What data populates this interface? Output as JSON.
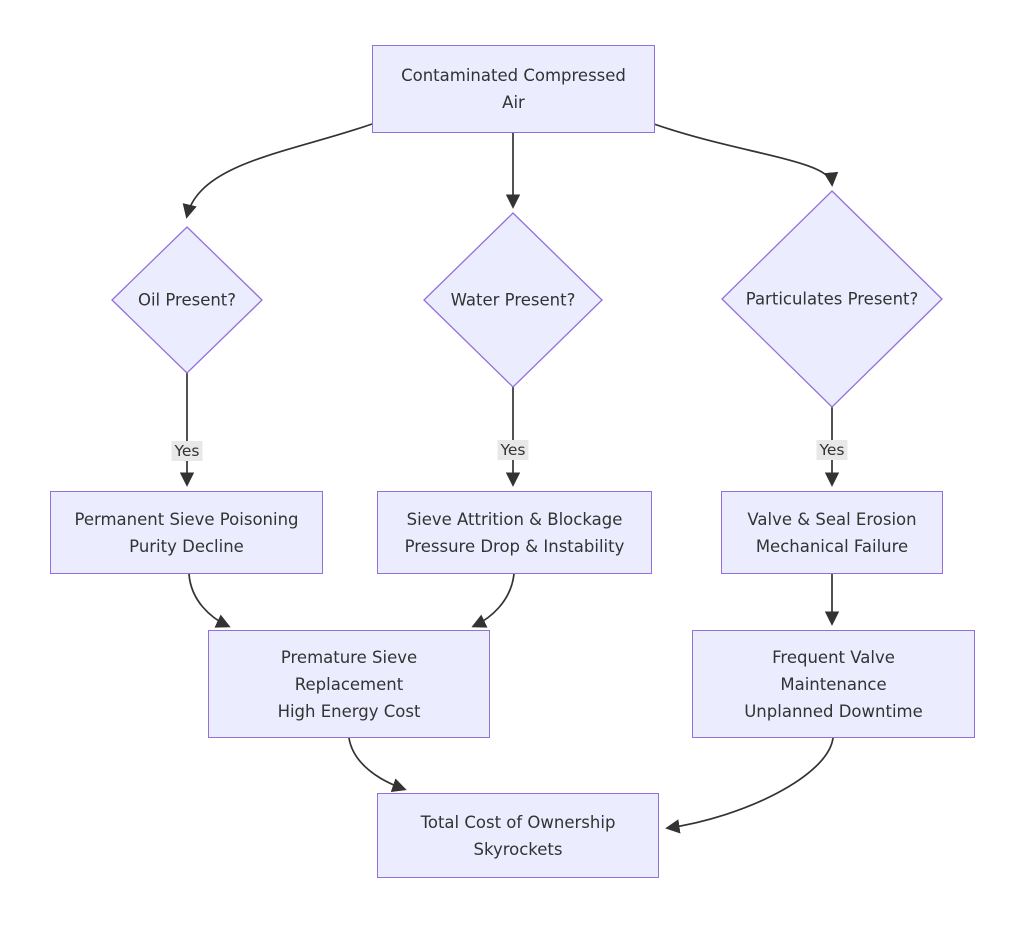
{
  "diagram": {
    "type": "flowchart",
    "nodes": {
      "root": {
        "label": "Contaminated Compressed\nAir"
      },
      "oil": {
        "label": "Oil Present?"
      },
      "water": {
        "label": "Water Present?"
      },
      "particulates": {
        "label": "Particulates Present?"
      },
      "poisoning": {
        "label": "Permanent Sieve Poisoning\nPurity Decline"
      },
      "attrition": {
        "label": "Sieve Attrition & Blockage\nPressure Drop & Instability"
      },
      "erosion": {
        "label": "Valve & Seal Erosion\nMechanical Failure"
      },
      "replacement": {
        "label": "Premature Sieve\nReplacement\nHigh Energy Cost"
      },
      "maintenance": {
        "label": "Frequent Valve\nMaintenance\nUnplanned Downtime"
      },
      "tco": {
        "label": "Total Cost of Ownership\nSkyrockets"
      }
    },
    "edge_labels": {
      "yes_oil": "Yes",
      "yes_water": "Yes",
      "yes_particulates": "Yes"
    },
    "colors": {
      "node_fill": "#ECECFF",
      "node_border": "#9370DB",
      "edge": "#333333",
      "text": "#333333",
      "edge_label_bg": "#e8e8e8",
      "canvas_bg": "#ffffff"
    }
  }
}
